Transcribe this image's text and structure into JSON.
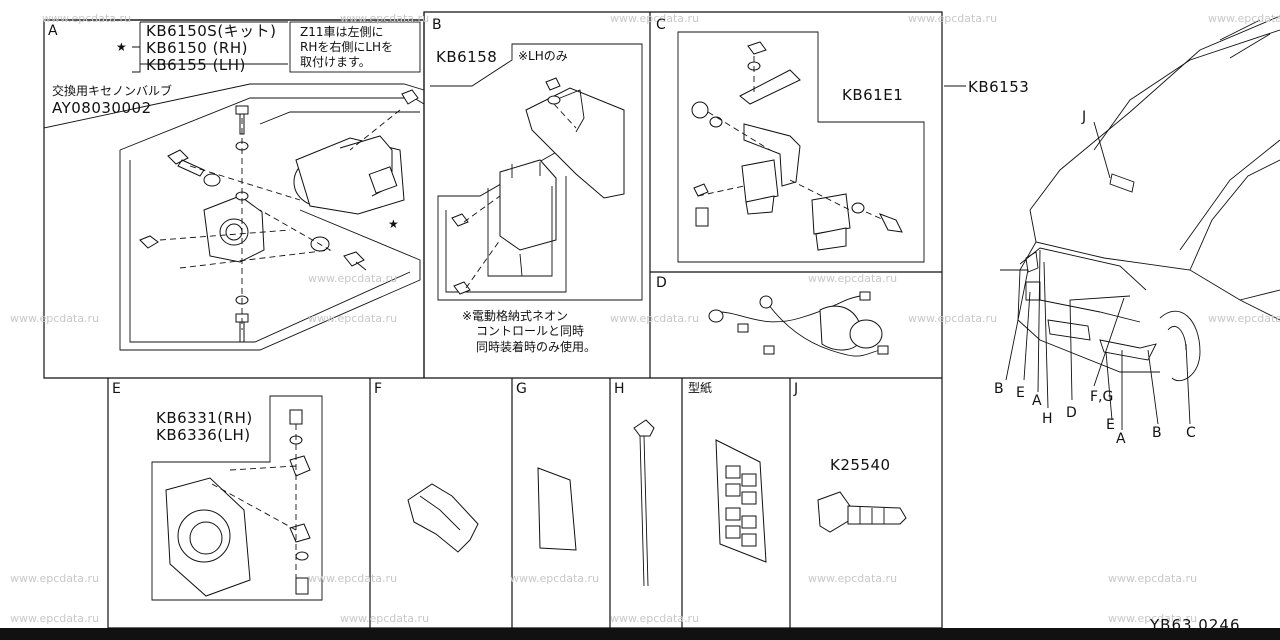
{
  "watermark": "www.epcdata.ru",
  "sections": {
    "A": {
      "letter": "A",
      "parts": [
        {
          "label": "KB6150S(キット)"
        },
        {
          "label": "KB6150 (RH)"
        },
        {
          "label": "KB6155 (LH)"
        }
      ],
      "star": "★",
      "note_z11": [
        "Z11車は左側に",
        "RHを右側にLHを",
        "取付けます。"
      ],
      "bulb_label": "交換用キセノンバルブ",
      "bulb_part": "AY08030002",
      "star_mark": "★"
    },
    "B": {
      "letter": "B",
      "part": "KB6158",
      "lh_only": "※LHのみ",
      "note": [
        "※電動格納式ネオン",
        "コントロールと同時",
        "同時装着時のみ使用。"
      ]
    },
    "C": {
      "letter": "C",
      "part": "KB61E1"
    },
    "D": {
      "letter": "D"
    },
    "E": {
      "letter": "E",
      "parts": [
        "KB6331(RH)",
        "KB6336(LH)"
      ]
    },
    "F": {
      "letter": "F"
    },
    "G": {
      "letter": "G"
    },
    "H": {
      "letter": "H"
    },
    "template": {
      "label": "型紙"
    },
    "J": {
      "letter": "J",
      "part": "K25540"
    },
    "main_part": "KB6153",
    "car_callouts": {
      "J": "J",
      "B": "B",
      "E1": "E",
      "A1": "A",
      "H": "H",
      "D": "D",
      "FG": "F,G",
      "E2": "E",
      "A2": "A",
      "B2": "B",
      "C": "C"
    },
    "footer": "YB63 0246"
  }
}
